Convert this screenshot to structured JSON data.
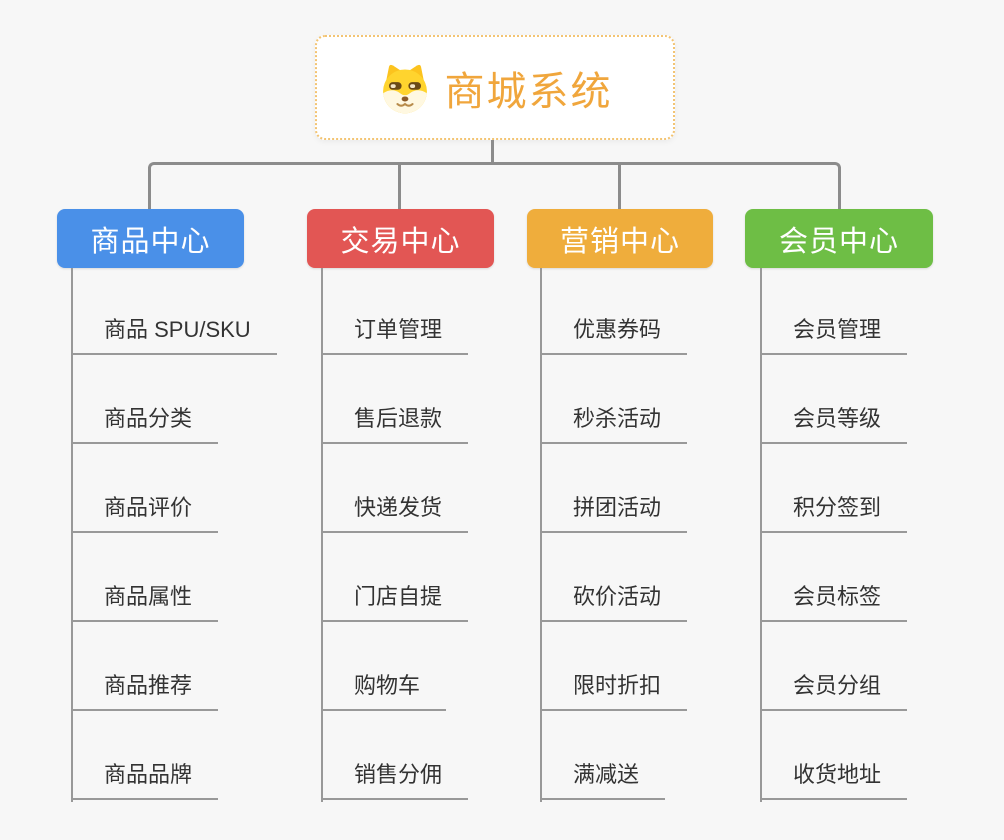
{
  "root": {
    "title": "商城系统",
    "icon": "dog-face-icon"
  },
  "branches": [
    {
      "label": "商品中心",
      "color": "#4a90e8",
      "items": [
        "商品 SPU/SKU",
        "商品分类",
        "商品评价",
        "商品属性",
        "商品推荐",
        "商品品牌"
      ]
    },
    {
      "label": "交易中心",
      "color": "#e25654",
      "items": [
        "订单管理",
        "售后退款",
        "快递发货",
        "门店自提",
        "购物车",
        "销售分佣"
      ]
    },
    {
      "label": "营销中心",
      "color": "#efad3c",
      "items": [
        "优惠券码",
        "秒杀活动",
        "拼团活动",
        "砍价活动",
        "限时折扣",
        "满减送"
      ]
    },
    {
      "label": "会员中心",
      "color": "#6ebe45",
      "items": [
        "会员管理",
        "会员等级",
        "积分签到",
        "会员标签",
        "会员分组",
        "收货地址"
      ]
    }
  ],
  "colors": {
    "background": "#f7f7f7",
    "connector": "#8c8c8c",
    "item_line": "#999999",
    "root_text": "#f0a63c",
    "root_border": "#f3c473"
  }
}
